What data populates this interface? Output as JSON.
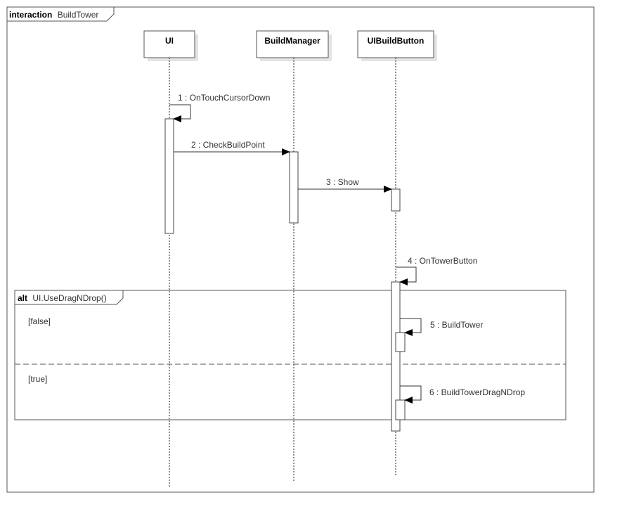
{
  "frame": {
    "keyword": "interaction",
    "name": "BuildTower"
  },
  "lifelines": [
    {
      "id": "ui",
      "label": "UI"
    },
    {
      "id": "build-manager",
      "label": "BuildManager"
    },
    {
      "id": "ui-build-button",
      "label": "UIBuildButton"
    }
  ],
  "messages": [
    {
      "label": "1 : OnTouchCursorDown",
      "from": "ui",
      "to": "ui"
    },
    {
      "label": "2 : CheckBuildPoint",
      "from": "ui",
      "to": "build-manager"
    },
    {
      "label": "3 : Show",
      "from": "build-manager",
      "to": "ui-build-button"
    },
    {
      "label": "4 : OnTowerButton",
      "from": "ui-build-button",
      "to": "ui-build-button"
    },
    {
      "label": "5 : BuildTower",
      "from": "ui-build-button",
      "to": "ui-build-button"
    },
    {
      "label": "6 : BuildTowerDragNDrop",
      "from": "ui-build-button",
      "to": "ui-build-button"
    }
  ],
  "fragment": {
    "operator": "alt",
    "condition": "UI.UseDragNDrop()",
    "operands": [
      {
        "guard": "[false]"
      },
      {
        "guard": "[true]"
      }
    ]
  }
}
